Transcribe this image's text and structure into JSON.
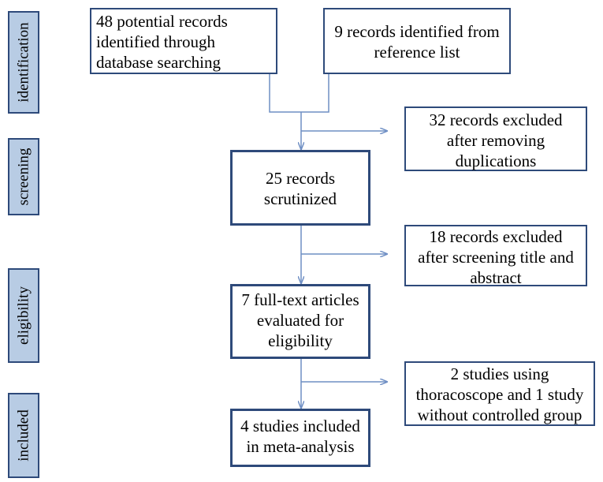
{
  "phases": {
    "identification": "identification",
    "screening": "screening",
    "eligibility": "eligibility",
    "included": "included"
  },
  "boxes": {
    "database_search": "48 potential records\nidentified through\ndatabase searching",
    "reference_list": "9 records identified from\nreference list",
    "excluded_duplicates": "32 records excluded\nafter removing\nduplications",
    "scrutinized": "25 records\nscrutinized",
    "excluded_title_abstract": "18 records excluded\nafter screening title and\nabstract",
    "full_text": "7 full-text articles\nevaluated for\neligibility",
    "excluded_thoracoscope": "2 studies using\nthoracoscope and 1 study\nwithout controlled group",
    "included_studies": "4 studies included\nin meta-analysis"
  },
  "colors": {
    "phase_fill": "#b8cce4",
    "box_border": "#2e4a7a",
    "arrow": "#6f8fc4"
  }
}
